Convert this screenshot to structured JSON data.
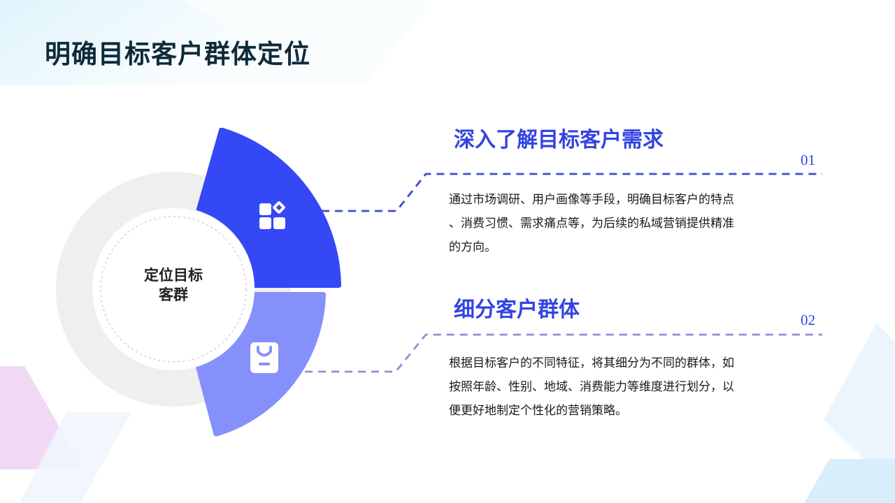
{
  "page": {
    "title": "明确目标客户群体定位"
  },
  "diagram": {
    "center_label_line1": "定位目标",
    "center_label_line2": "客群",
    "segments": [
      {
        "icon": "grid-apps-icon",
        "color": "#3448f5"
      },
      {
        "icon": "shopping-bag-icon",
        "color": "#8690fa"
      }
    ],
    "ring_color": "#efefef"
  },
  "sections": [
    {
      "number": "01",
      "title": "深入了解目标客户需求",
      "body_lines": [
        "通过市场调研、用户画像等手段，明确目标客户的特点",
        "、消费习惯、需求痛点等，为后续的私域营销提供精准",
        "的方向。"
      ],
      "accent_color": "#3344e0",
      "line_color": "#3c4bd6"
    },
    {
      "number": "02",
      "title": "细分客户群体",
      "body_lines": [
        "根据目标客户的不同特征，将其细分为不同的群体，如",
        "按照年龄、性别、地域、消费能力等维度进行划分，以",
        "便更好地制定个性化的营销策略。"
      ],
      "accent_color": "#3344e0",
      "line_color": "#8b8fdc"
    }
  ]
}
